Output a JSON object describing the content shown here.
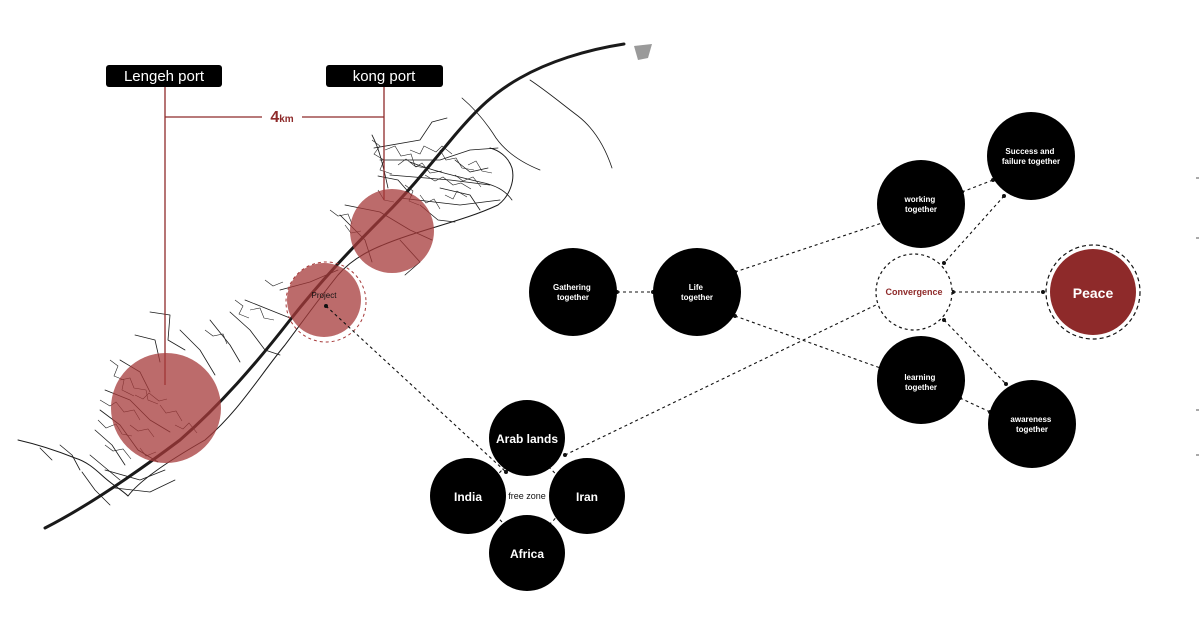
{
  "map": {
    "ports": {
      "lengeh": "Lengeh port",
      "kong": "kong port"
    },
    "distance": {
      "value": "4",
      "unit": "km"
    },
    "project_label": "Project"
  },
  "regions": {
    "center_label": "free zone",
    "items": [
      "Arab lands",
      "India",
      "Iran",
      "Africa"
    ]
  },
  "network": {
    "gathering": [
      "Gathering",
      "together"
    ],
    "life": [
      "Life",
      "together"
    ],
    "working": [
      "working",
      "together"
    ],
    "success": [
      "Success and",
      "failure together"
    ],
    "convergence": "Convergence",
    "peace": "Peace",
    "learning": [
      "learning",
      "together"
    ],
    "awareness": [
      "awareness",
      "together"
    ]
  },
  "colors": {
    "accent": "#8e2a2a",
    "accent_fill": "#b5504f",
    "node": "#000000",
    "line": "#111111"
  }
}
